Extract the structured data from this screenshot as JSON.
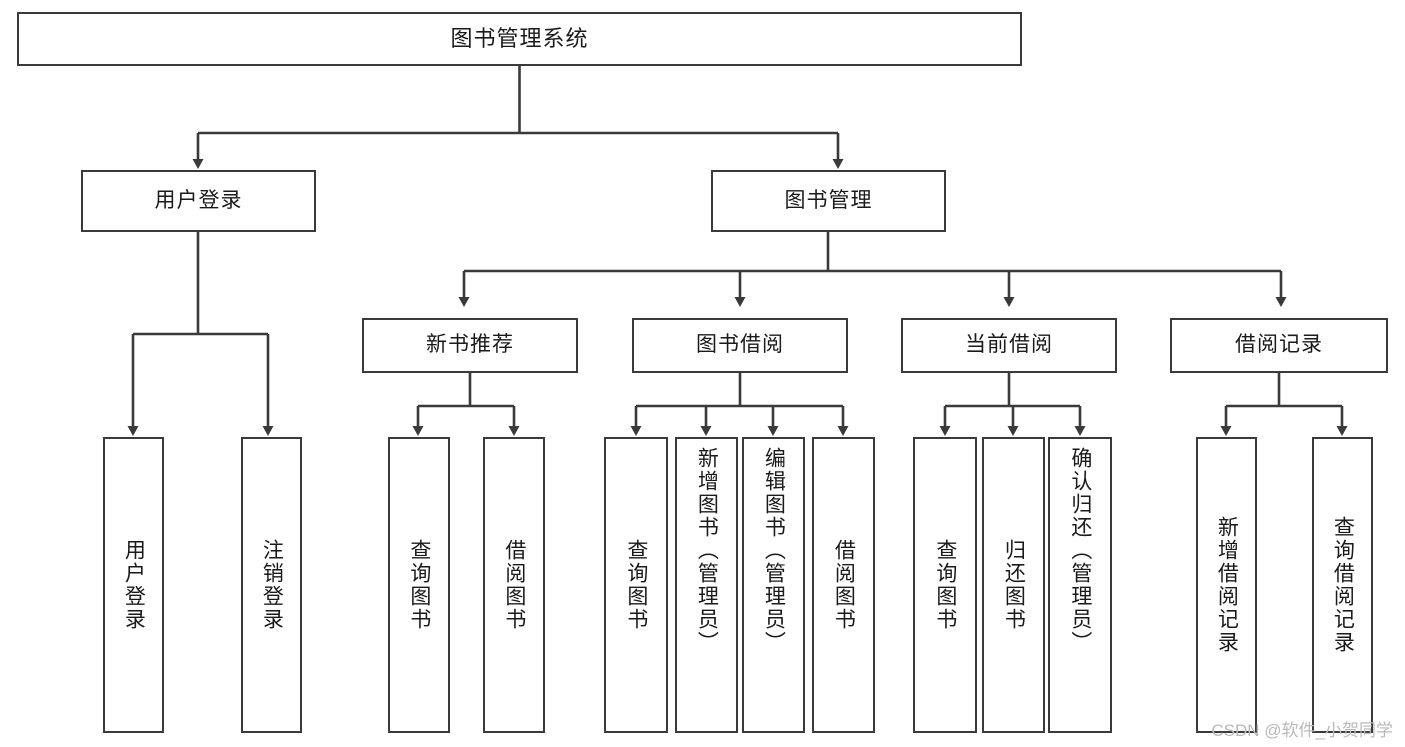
{
  "diagram": {
    "title": "图书管理系统",
    "type": "tree",
    "watermark": "CSDN @软件_小贺同学",
    "colors": {
      "border": "#3a3a3a",
      "background": "#ffffff",
      "text": "#1a1a1a",
      "watermark": "#b9b9b9"
    },
    "nodes": {
      "root": {
        "label": "图书管理系统"
      },
      "level2": [
        {
          "id": "user-login",
          "label": "用户登录"
        },
        {
          "id": "book-manage",
          "label": "图书管理"
        }
      ],
      "level3": [
        {
          "id": "new-book-rec",
          "label": "新书推荐"
        },
        {
          "id": "book-borrow",
          "label": "图书借阅"
        },
        {
          "id": "current-borrow",
          "label": "当前借阅"
        },
        {
          "id": "borrow-record",
          "label": "借阅记录"
        }
      ],
      "leaves": {
        "user_login": [
          {
            "id": "leaf-user-login",
            "label": "用户登录"
          },
          {
            "id": "leaf-logout",
            "label": "注销登录"
          }
        ],
        "new_book_rec": [
          {
            "id": "leaf-query-book-1",
            "label": "查询图书"
          },
          {
            "id": "leaf-borrow-book-1",
            "label": "借阅图书"
          }
        ],
        "book_borrow": [
          {
            "id": "leaf-query-book-2",
            "label": "查询图书"
          },
          {
            "id": "leaf-add-book",
            "label": "新增图书（管理员）"
          },
          {
            "id": "leaf-edit-book",
            "label": "编辑图书（管理员）"
          },
          {
            "id": "leaf-borrow-book-2",
            "label": "借阅图书"
          }
        ],
        "current_borrow": [
          {
            "id": "leaf-query-book-3",
            "label": "查询图书"
          },
          {
            "id": "leaf-return-book",
            "label": "归还图书"
          },
          {
            "id": "leaf-confirm-return",
            "label": "确认归还（管理员）"
          }
        ],
        "borrow_record": [
          {
            "id": "leaf-add-record",
            "label": "新增借阅记录"
          },
          {
            "id": "leaf-query-record",
            "label": "查询借阅记录"
          }
        ]
      }
    }
  }
}
